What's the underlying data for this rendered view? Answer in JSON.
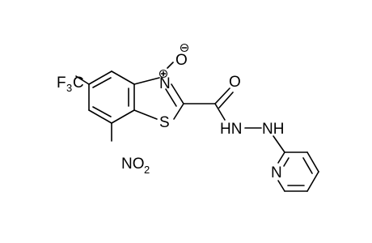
{
  "molecule": {
    "atoms": {
      "cf3": {
        "main": "F",
        "sub": "3",
        "tail": "C"
      },
      "nitro": {
        "main": "NO",
        "sub": "2"
      },
      "n_oxide": "N",
      "o_minus": "O",
      "sulfur": "S",
      "carbonyl_o": "O",
      "hydrazide_nh": "HN",
      "hydrazine_nh": "NH",
      "pyridine_n": "N"
    },
    "charges": {
      "n_plus": "+",
      "o_minus": "−"
    },
    "colors": {
      "bond": "#000000",
      "text": "#000000",
      "background": "#ffffff"
    }
  }
}
